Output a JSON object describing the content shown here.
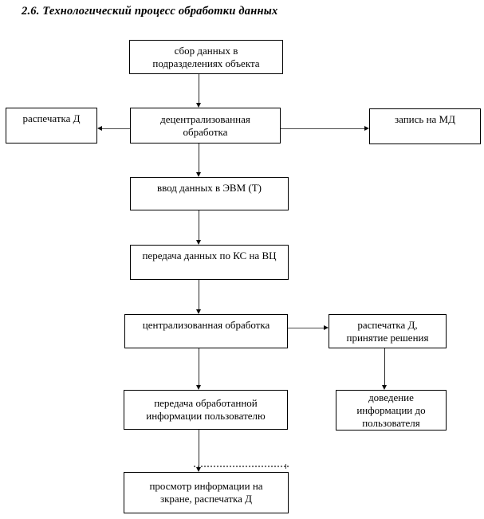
{
  "title": {
    "text": "2.6. Технологический процесс обработки данных"
  },
  "colors": {
    "background": "#ffffff",
    "box_border": "#000000",
    "text": "#000000",
    "connector": "#2a2a2a"
  },
  "nodes": {
    "collect": {
      "label": [
        "сбор данных в",
        "подразделениях объекта"
      ]
    },
    "printout_d": {
      "label": [
        "распечатка Д"
      ]
    },
    "decentralized": {
      "label": [
        "децентрализованная",
        "обработка"
      ]
    },
    "record_md": {
      "label": [
        "запись на МД"
      ]
    },
    "input_evm": {
      "label": [
        "ввод данных в ЭВМ (Т)"
      ]
    },
    "transfer_ks": {
      "label": [
        "передача данных по КС на ВЦ"
      ]
    },
    "centralized": {
      "label": [
        "централизованная обработка"
      ]
    },
    "printout_decision": {
      "label": [
        "распечатка Д,",
        "принятие решения"
      ]
    },
    "transfer_user": {
      "label": [
        "передача обработанной",
        "информации пользователю"
      ]
    },
    "deliver_user": {
      "label": [
        "доведение",
        "информации до",
        "пользователя"
      ]
    },
    "view_screen": {
      "label": [
        "просмотр информации на",
        "зкране, распечатка Д"
      ]
    }
  }
}
